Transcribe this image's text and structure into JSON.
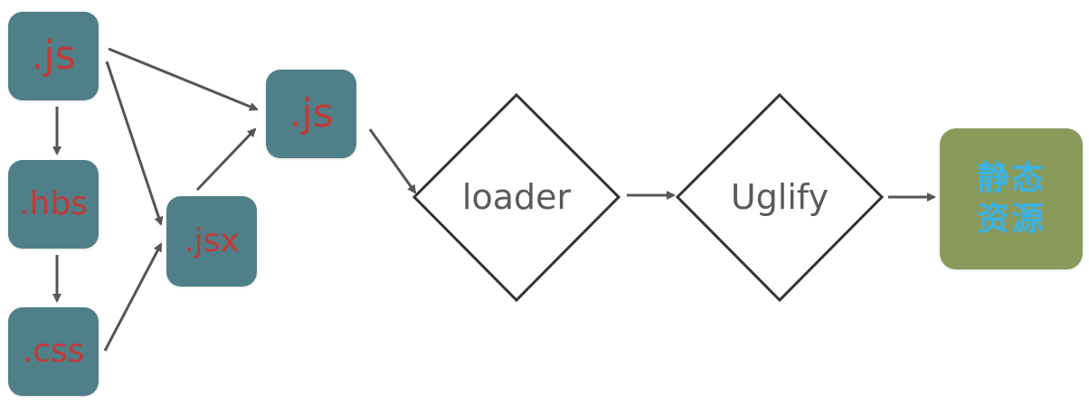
{
  "nodes": {
    "js_top": ".js",
    "hbs": ".hbs",
    "css": ".css",
    "jsx": ".jsx",
    "js_mid": ".js",
    "loader": "loader",
    "uglify": "Uglify",
    "result_line1": "静态",
    "result_line2": "资源"
  },
  "colors": {
    "tile_bg": "#4f7f88",
    "tile_text": "#c33a36",
    "result_bg": "#8a9a5b",
    "result_text": "#3ab2e6",
    "arrow": "#555555",
    "diamond_stroke": "#333333",
    "diamond_text": "#5a5a5a"
  }
}
